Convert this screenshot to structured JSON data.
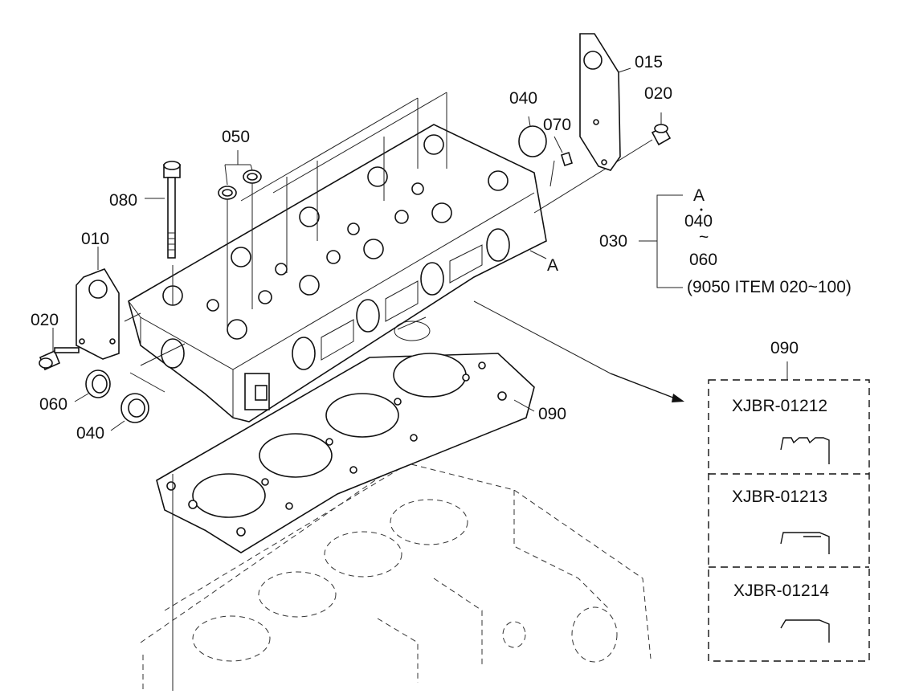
{
  "callouts": {
    "c015": "015",
    "c020_top": "020",
    "c040_top": "040",
    "c070": "070",
    "c050": "050",
    "c080": "080",
    "c010": "010",
    "c020_left": "020",
    "c060": "060",
    "c040_left": "040",
    "c090_gasket": "090",
    "c030": "030",
    "view_a_marker": "A"
  },
  "kit_030": {
    "ref": "A",
    "from": "040",
    "range_symbol": "~",
    "to": "060",
    "note": "(9050 ITEM 020~100)"
  },
  "detail_090": {
    "label": "090",
    "variants": [
      "XJBR-01212",
      "XJBR-01213",
      "XJBR-01214"
    ]
  }
}
